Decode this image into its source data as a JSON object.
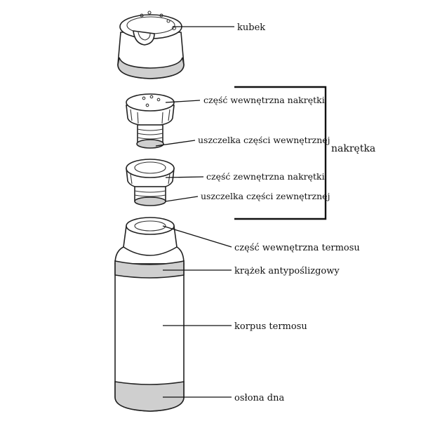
{
  "labels": {
    "kubek": "kubek",
    "inner_cap": "część wewnętrzna nakrętki",
    "inner_seal": "uszczelka części wewnętrznej",
    "outer_cap": "część zewnętrzna nakrętki",
    "outer_seal": "uszczelka części zewnętrznej",
    "nakretka": "nakrętka",
    "inner_body": "część wewnętrzna termosu",
    "ring": "krążek antypoślizgowy",
    "body": "korpus termosu",
    "base": "osłona dna"
  },
  "colors": {
    "line": "#111111",
    "band": "#cfcfcf"
  }
}
